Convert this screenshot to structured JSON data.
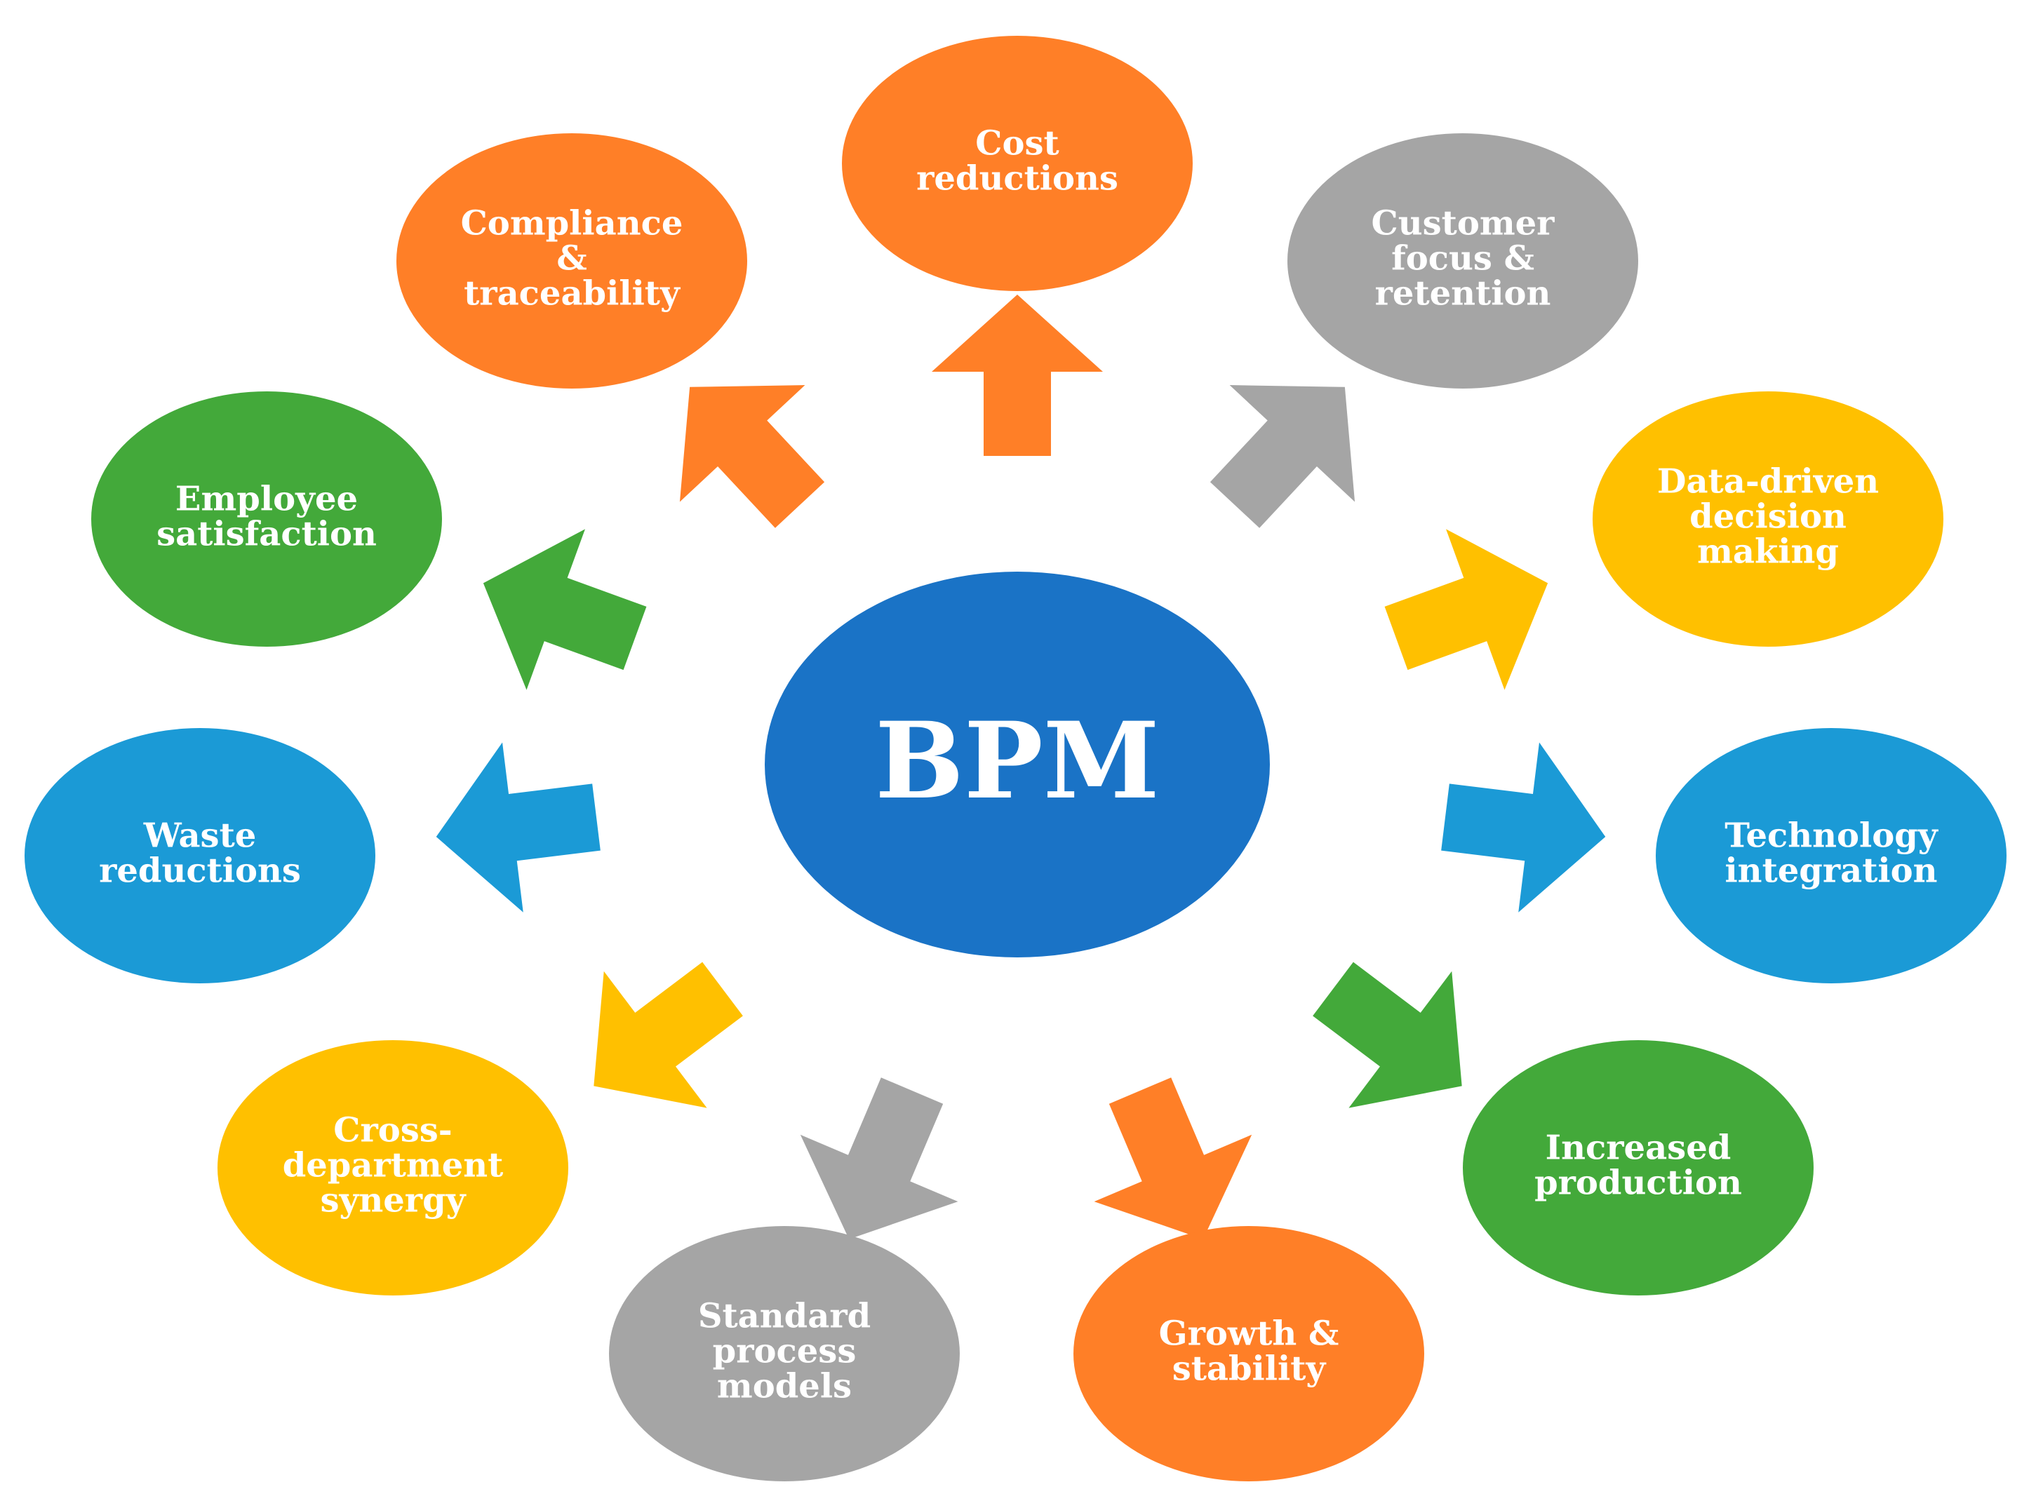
{
  "colors": {
    "orange": "#FF7F27",
    "gray": "#A5A5A5",
    "yellow": "#FFC000",
    "light_blue": "#1B9AD6",
    "green": "#43A93A",
    "center_blue": "#1A73C6",
    "text": "#FFFFFF"
  },
  "center": {
    "label": "BPM"
  },
  "nodes": [
    {
      "id": "cost-reductions",
      "lines": [
        "Cost",
        "reductions"
      ],
      "color": "orange"
    },
    {
      "id": "customer-focus",
      "lines": [
        "Customer",
        "focus &",
        "retention"
      ],
      "color": "gray"
    },
    {
      "id": "data-driven",
      "lines": [
        "Data-driven",
        "decision",
        "making"
      ],
      "color": "yellow"
    },
    {
      "id": "technology-integration",
      "lines": [
        "Technology",
        "integration"
      ],
      "color": "light_blue"
    },
    {
      "id": "increased-production",
      "lines": [
        "Increased",
        "production"
      ],
      "color": "green"
    },
    {
      "id": "growth-stability",
      "lines": [
        "Growth &",
        "stability"
      ],
      "color": "orange"
    },
    {
      "id": "standard-process",
      "lines": [
        "Standard",
        "process",
        "models"
      ],
      "color": "gray"
    },
    {
      "id": "cross-department",
      "lines": [
        "Cross-",
        "department",
        "synergy"
      ],
      "color": "yellow"
    },
    {
      "id": "waste-reductions",
      "lines": [
        "Waste",
        "reductions"
      ],
      "color": "light_blue"
    },
    {
      "id": "employee-satisfaction",
      "lines": [
        "Employee",
        "satisfaction"
      ],
      "color": "green"
    },
    {
      "id": "compliance",
      "lines": [
        "Compliance",
        "&",
        "traceability"
      ],
      "color": "orange"
    }
  ]
}
